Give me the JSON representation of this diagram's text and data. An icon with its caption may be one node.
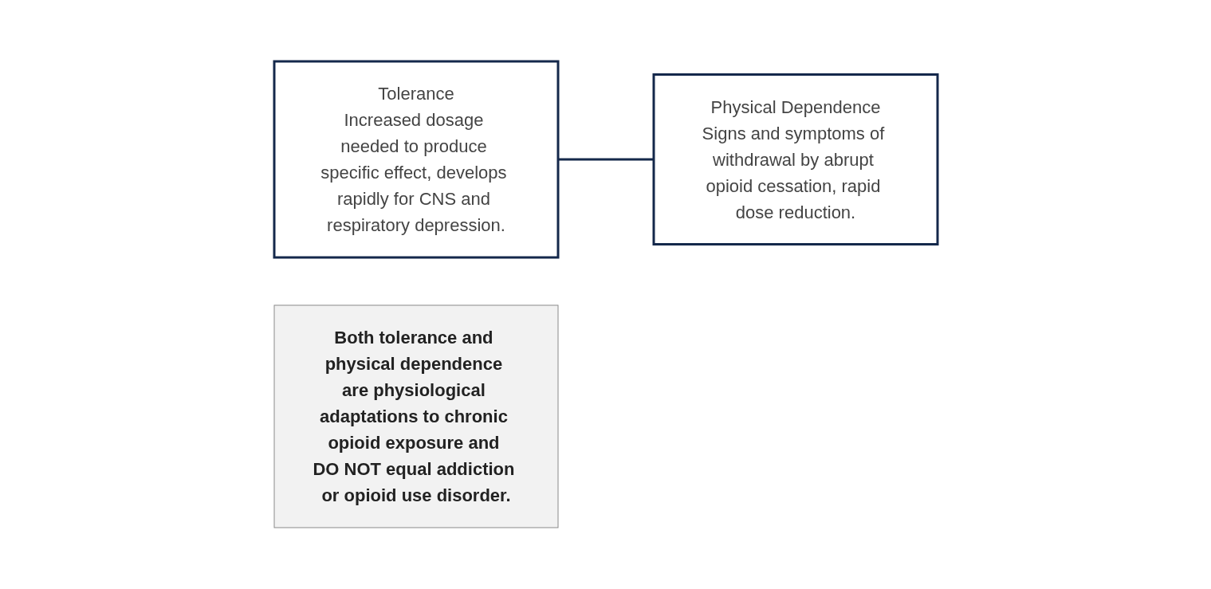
{
  "diagram": {
    "nodes": [
      {
        "text": [
          "Tolerance",
          "Increased dosage needed to produce specific effect, develops rapidly for CNS and respiratory depression."
        ]
      },
      {
        "text": [
          "Both tolerance and physical dependence are physiological adaptations to chronic opioid exposure and DO NOT equal addiction or opioid use disorder."
        ]
      },
      {
        "text": [
          "Physical Dependence",
          "Signs and symptoms of withdrawal by abrupt opioid cessation, rapid dose reduction."
        ]
      }
    ],
    "edges": [
      {
        "from": 0,
        "to": 2,
        "arrow": "none"
      }
    ]
  }
}
